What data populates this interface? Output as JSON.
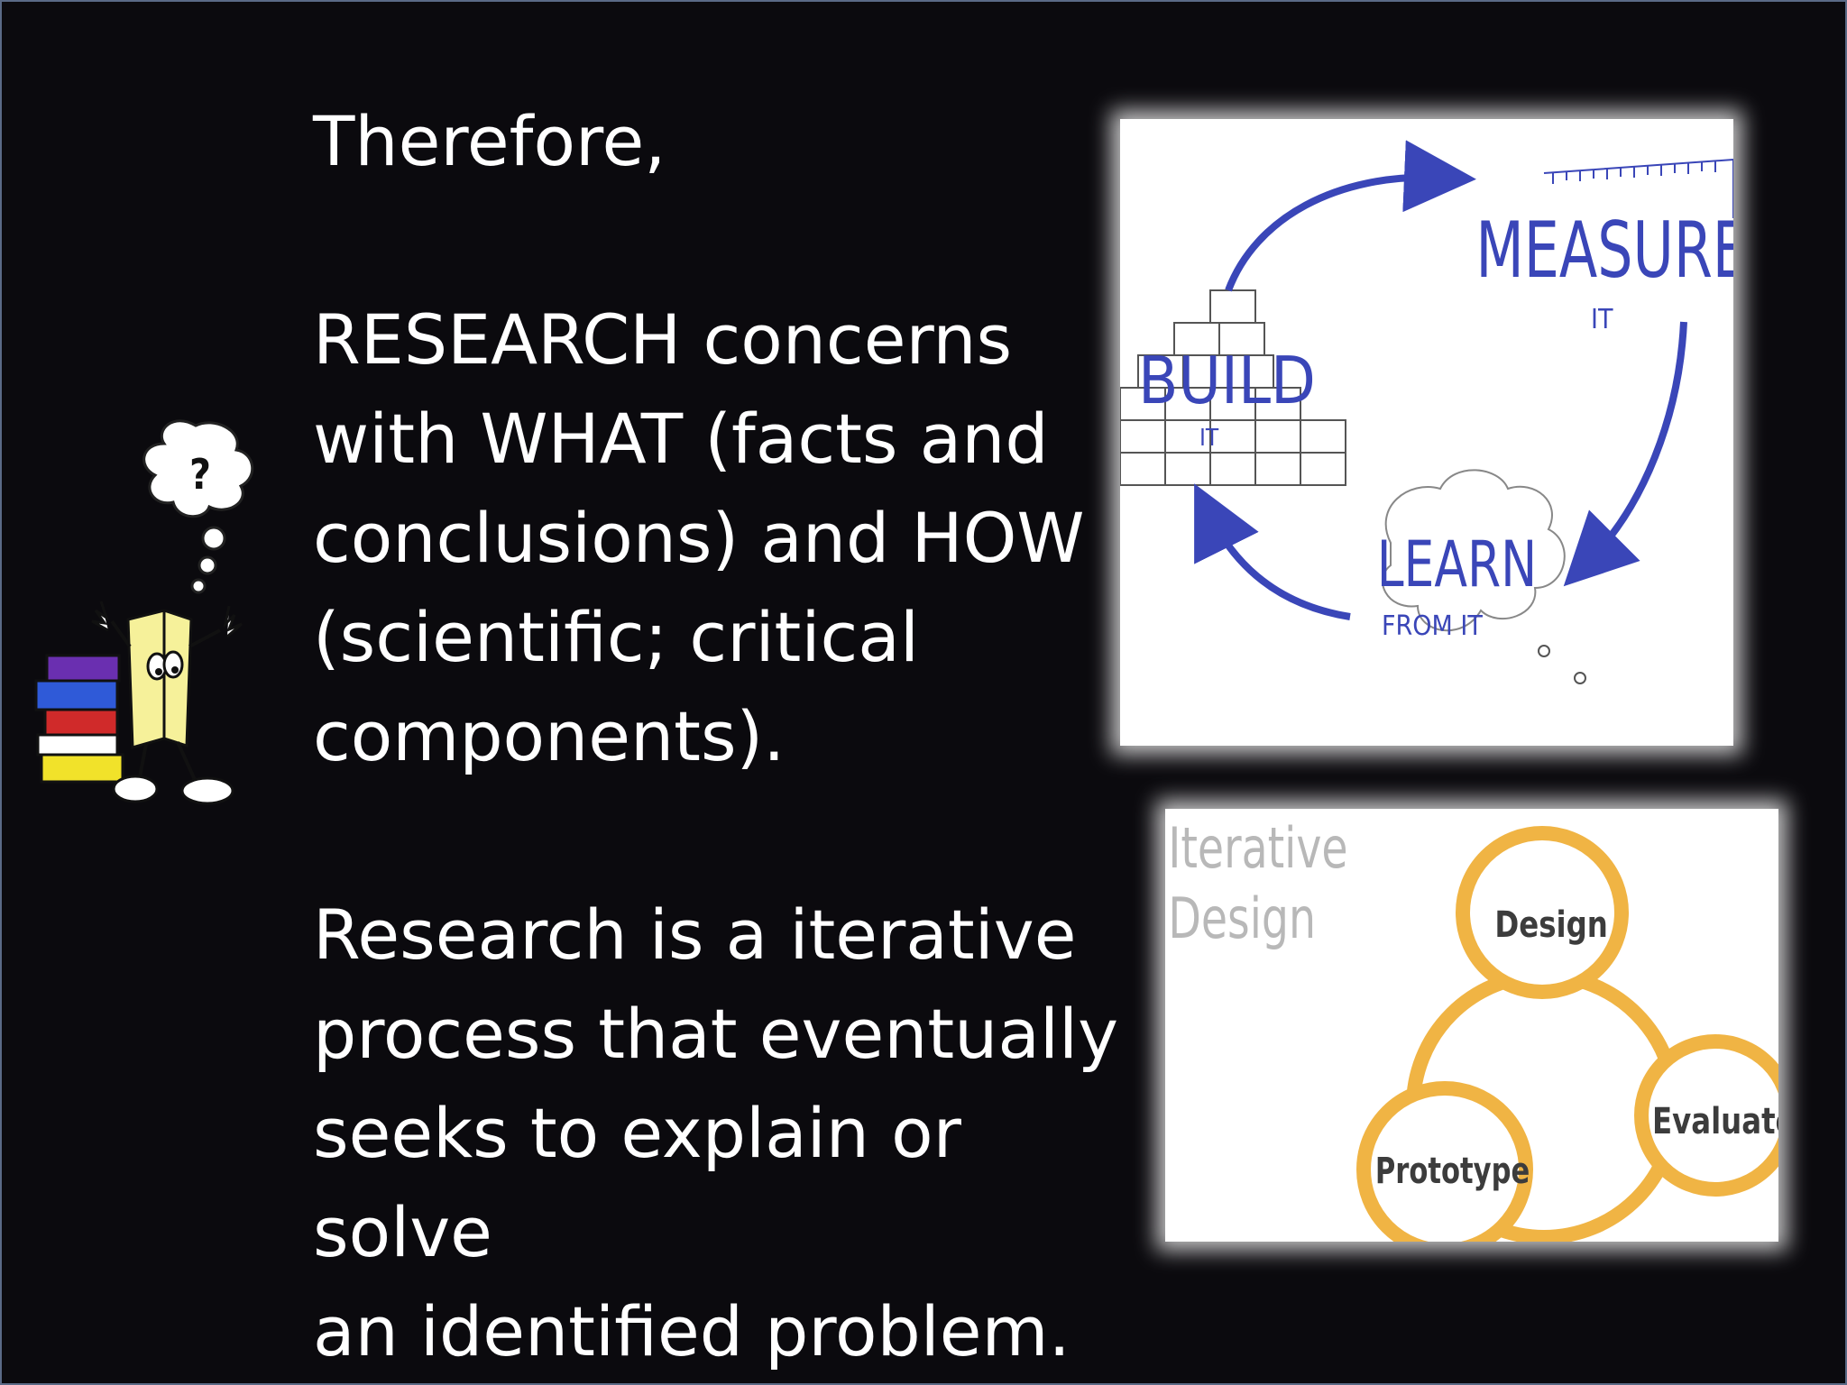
{
  "text": {
    "heading": "Therefore,",
    "paragraph1": [
      "RESEARCH concerns",
      "with WHAT (facts and",
      "conclusions) and HOW",
      "(scientific; critical",
      "components)."
    ],
    "paragraph2": [
      "Research is a iterative",
      "process that eventually",
      "seeks to explain or solve",
      "an identified problem."
    ]
  },
  "build_measure_learn": {
    "build": "BUILD",
    "build_sub": "IT",
    "measure": "MEASURE",
    "measure_sub": "IT",
    "learn": "LEARN",
    "learn_sub": "FROM IT"
  },
  "iterative_design": {
    "title_line1": "Iterative",
    "title_line2": "Design",
    "design": "Design",
    "evaluate": "Evaluate",
    "prototype": "Prototype"
  },
  "colors": {
    "background": "#0b0a0e",
    "text": "#ffffff",
    "sketch_blue": "#3a46b8",
    "iter_orange": "#f0b444",
    "iter_label": "#3c3c3c",
    "iter_title": "#b8b8b8"
  },
  "icons": [
    "book-mascot-icon",
    "thought-bubble-icon"
  ]
}
